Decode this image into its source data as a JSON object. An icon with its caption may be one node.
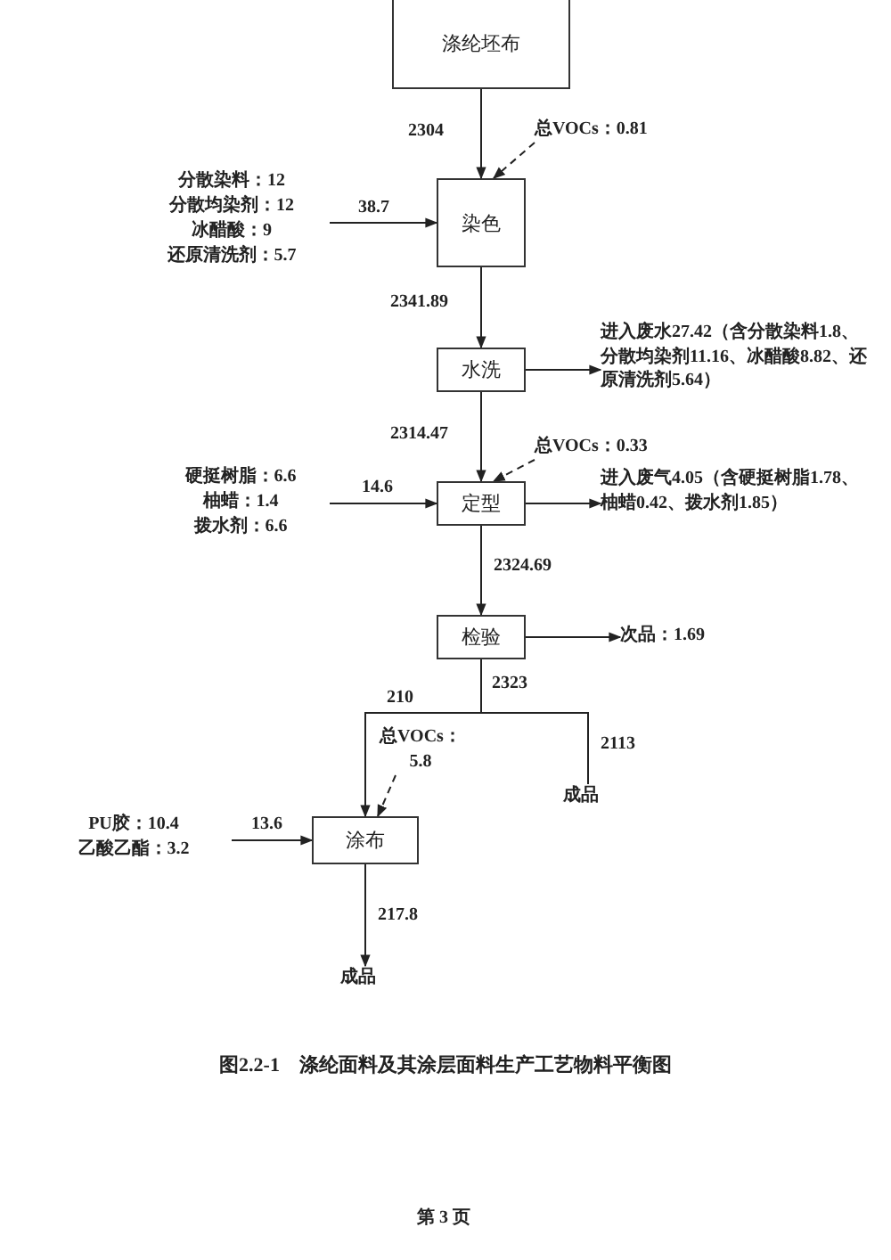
{
  "diagram": {
    "caption": "图2.2-1　涤纶面料及其涂层面料生产工艺物料平衡图",
    "nodes": [
      {
        "text": [
          "涤纶坯布"
        ]
      },
      {
        "text": [
          "总VOCs：0.81"
        ]
      },
      {
        "text": [
          "染色"
        ]
      },
      {
        "text": [
          "分散染料：12",
          "分散均染剂：12",
          "冰醋酸：9",
          "还原清洗剂：5.7"
        ]
      },
      {
        "text": [
          "水洗"
        ]
      },
      {
        "text": [
          "进入废水27.42（含分散染料1.8、分散均染剂11.16、冰醋酸8.82、还原清洗剂5.64）"
        ]
      },
      {
        "text": [
          "总VOCs：0.33"
        ]
      },
      {
        "text": [
          "定型"
        ]
      },
      {
        "text": [
          "硬挺树脂：6.6",
          "柚蜡：1.4",
          "拨水剂：6.6"
        ]
      },
      {
        "text": [
          "进入废气4.05（含硬挺树脂1.78、柚蜡0.42、拨水剂1.85）"
        ]
      },
      {
        "text": [
          "检验"
        ]
      },
      {
        "text": [
          "次品：1.69"
        ]
      },
      {
        "text": [
          "成品"
        ]
      },
      {
        "text": [
          "总VOCs：5.8"
        ]
      },
      {
        "text": [
          "PU胶：10.4",
          "乙酸乙酯：3.2"
        ]
      },
      {
        "text": [
          "涂布"
        ]
      },
      {
        "text": [
          "成品"
        ]
      }
    ],
    "edges": [
      {
        "from": 0,
        "to": 2,
        "arrow": "to",
        "label": "2304"
      },
      {
        "from": 1,
        "to": 2,
        "arrow": "to",
        "style": "dashed"
      },
      {
        "from": 3,
        "to": 2,
        "arrow": "to",
        "label": "38.7"
      },
      {
        "from": 2,
        "to": 4,
        "arrow": "to",
        "label": "2341.89"
      },
      {
        "from": 4,
        "to": 5,
        "arrow": "to"
      },
      {
        "from": 4,
        "to": 7,
        "arrow": "to",
        "label": "2314.47"
      },
      {
        "from": 6,
        "to": 7,
        "arrow": "to",
        "style": "dashed"
      },
      {
        "from": 8,
        "to": 7,
        "arrow": "to",
        "label": "14.6"
      },
      {
        "from": 7,
        "to": 9,
        "arrow": "to"
      },
      {
        "from": 7,
        "to": 10,
        "arrow": "to",
        "label": "2324.69"
      },
      {
        "from": 10,
        "to": 11,
        "arrow": "to"
      },
      {
        "from": 10,
        "to": 15,
        "arrow": "to",
        "label": "210"
      },
      {
        "from": 10,
        "to": 12,
        "arrow": "none",
        "label": "2113"
      },
      {
        "from": 13,
        "to": 15,
        "arrow": "to",
        "style": "dashed"
      },
      {
        "from": 14,
        "to": 15,
        "arrow": "to",
        "label": "13.6"
      },
      {
        "from": 15,
        "to": 16,
        "arrow": "to",
        "label": "217.8"
      }
    ],
    "labels": [
      "2323",
      "第 3 页"
    ]
  }
}
